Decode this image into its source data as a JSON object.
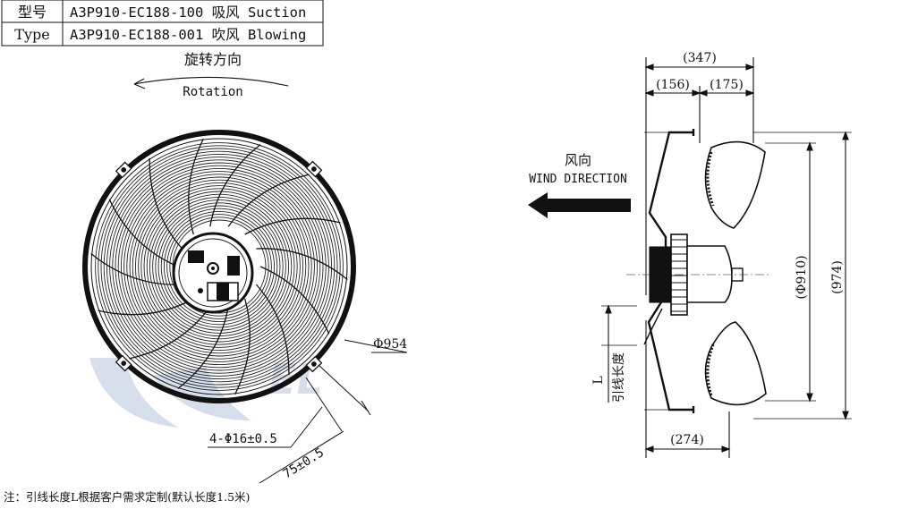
{
  "model_table": {
    "row1_label": "型号",
    "row1_value": "A3P910-EC188-100 吸风 Suction",
    "row2_label": "Type",
    "row2_value": "A3P910-EC188-001 吹风 Blowing"
  },
  "rotation": {
    "label_cn": "旋转方向",
    "label_en": "Rotation"
  },
  "front_view": {
    "dia_outer": "Φ954",
    "holes": "4-Φ16±0.5",
    "slot": "75±0.5"
  },
  "wind": {
    "label_cn": "风向",
    "label_en": "WIND DIRECTION"
  },
  "side_view": {
    "dim_total_depth": "(347)",
    "dim_left": "(156)",
    "dim_right": "(175)",
    "dim_blade_dia": "(Φ910)",
    "dim_overall_height": "(974)",
    "dim_bottom": "(274)",
    "lead_label": "L",
    "lead_cn": "引线长度"
  },
  "footnote": "注：引线长度L根据客户需求定制(默认长度1.5米)",
  "colors": {
    "line": "#111111",
    "watermark": "#c9d4e6"
  }
}
